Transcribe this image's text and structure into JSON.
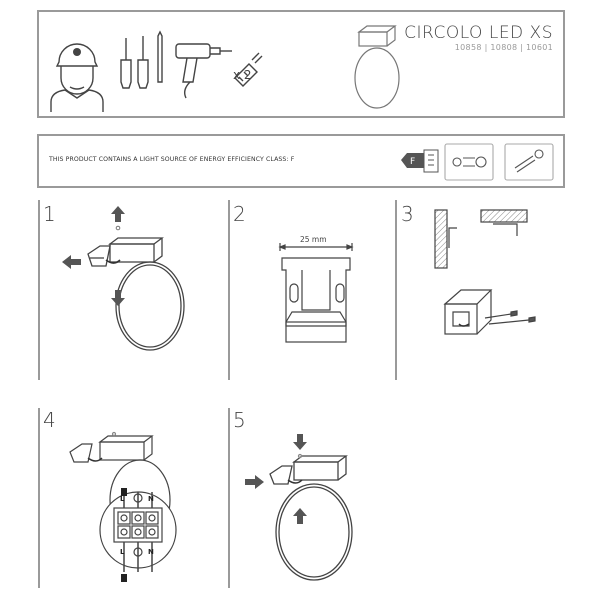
{
  "header": {
    "title": "CIRCOLO LED XS",
    "codes": "10858 | 10808 | 10601",
    "screw_count": "x 2"
  },
  "energy": {
    "notice": "THIS PRODUCT CONTAINS A LIGHT SOURCE OF ENERGY EFFICIENCY CLASS: F",
    "class_letter": "F"
  },
  "steps": [
    {
      "number": "1"
    },
    {
      "number": "2",
      "dimension": "25 mm"
    },
    {
      "number": "3"
    },
    {
      "number": "4",
      "terminal_labels": [
        "L",
        "N"
      ]
    },
    {
      "number": "5"
    }
  ],
  "colors": {
    "border": "#9a9a9a",
    "line": "#444444",
    "dark": "#333333"
  }
}
